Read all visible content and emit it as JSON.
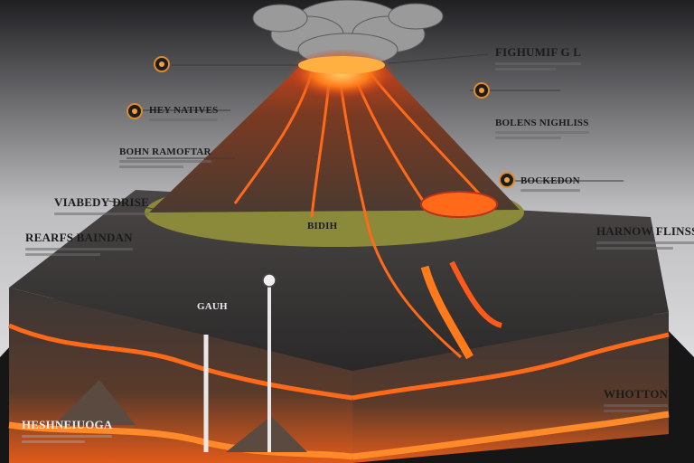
{
  "labels": {
    "top_right": "FIGHUMIF G L",
    "upper_right": "BOLENS NIGHLISS",
    "right_mid": "BOCKEDON",
    "upper_left": "HEY NATIVES",
    "left_a": "BOHN RAMOFTAR",
    "left_b": "VIABEDY DRISE",
    "left_c": "REARFS BAINDAN",
    "center_crater": "BIDIH",
    "right_c": "HARNOW FLINSSL",
    "right_base": "WHOTTON",
    "bottom_left": "HESHNEIUOGA",
    "inner_left": "GAUH"
  },
  "colors": {
    "lava": "#e8501a",
    "magma_glow": "#ff8a2a",
    "rock_dark": "#3d3a3a",
    "ash": "#8e8e8e",
    "sky_top": "#1f1f22",
    "sky_bottom": "#e9e9ea"
  }
}
